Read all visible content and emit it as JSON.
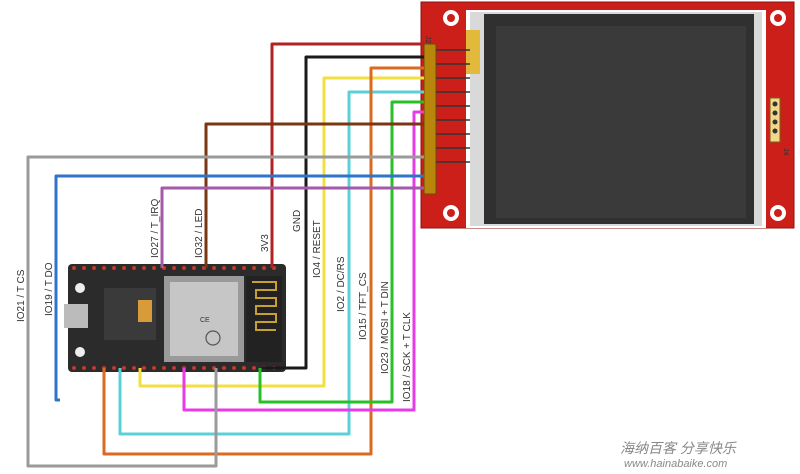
{
  "display": {
    "label": "J2",
    "j4_label": "J4"
  },
  "wires": [
    {
      "id": "3v3",
      "color": "#b22222",
      "label": "3V3"
    },
    {
      "id": "gnd",
      "color": "#1a1a1a",
      "label": "GND"
    },
    {
      "id": "reset",
      "color": "#f0e040",
      "label": "IO4 / RESET"
    },
    {
      "id": "dcrs",
      "color": "#5ad1d8",
      "label": "IO2 / DC/RS"
    },
    {
      "id": "tftcs",
      "color": "#d96a1f",
      "label": "IO15 / TFT_CS"
    },
    {
      "id": "mosi",
      "color": "#27c127",
      "label": "IO23 / MOSI + T DIN"
    },
    {
      "id": "sck",
      "color": "#e83be8",
      "label": "IO18 / SCK + T CLK"
    },
    {
      "id": "led",
      "color": "#7a3512",
      "label": "IO32 / LED"
    },
    {
      "id": "tirq",
      "color": "#a45aa8",
      "label": "IO27 / T_IRQ"
    },
    {
      "id": "tdo",
      "color": "#2f74c9",
      "label": "IO19 / T DO"
    },
    {
      "id": "tcs",
      "color": "#9a9a9a",
      "label": "IO21 / T CS"
    }
  ],
  "board": {
    "ce_mark": "CE"
  },
  "watermark": {
    "cn": "海纳百客 分享快乐",
    "url": "www.hainabaike.com"
  }
}
